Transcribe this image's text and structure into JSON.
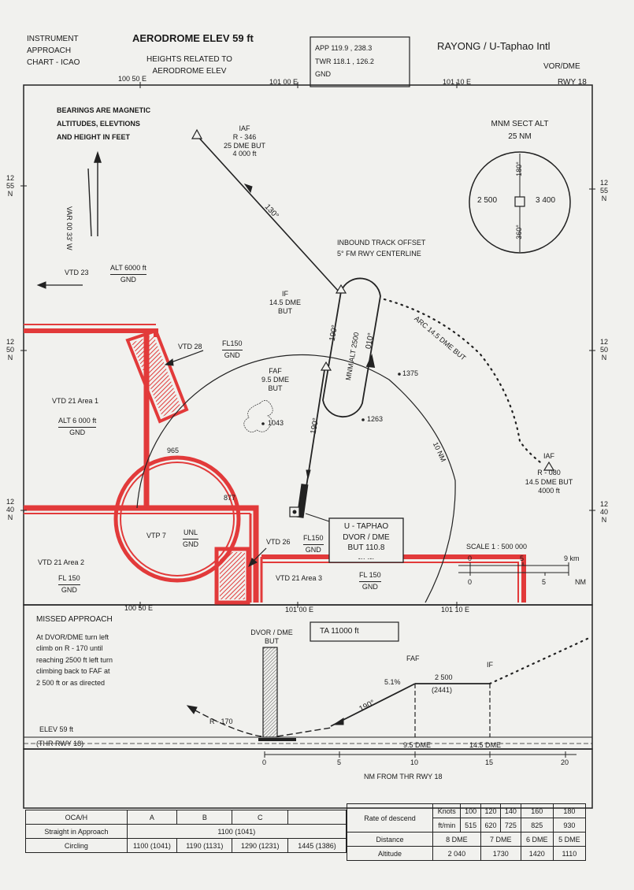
{
  "header": {
    "chart_type": [
      "INSTRUMENT",
      "APPROACH",
      "CHART - ICAO"
    ],
    "elev": "AERODROME ELEV 59 ft",
    "heights": [
      "HEIGHTS RELATED TO",
      "AERODROME ELEV"
    ],
    "freq": [
      "APP  119.9 , 238.3",
      "TWR  118.1 , 126.2",
      "GND"
    ],
    "airport": "RAYONG / U-Taphao Intl",
    "procedure": "VOR/DME",
    "runway": "RWY 18"
  },
  "plan": {
    "coords_top": [
      "100 50 E",
      "101 00 E",
      "101 10 E"
    ],
    "coords_bottom": [
      "100 50 E",
      "101 00 E",
      "101 10 E"
    ],
    "lat_left": [
      [
        "12",
        "55",
        "N"
      ],
      [
        "12",
        "50",
        "N"
      ],
      [
        "12",
        "40",
        "N"
      ]
    ],
    "lat_right": [
      [
        "12",
        "55",
        "N"
      ],
      [
        "12",
        "50",
        "N"
      ],
      [
        "12",
        "40",
        "N"
      ]
    ],
    "notes": [
      "BEARINGS ARE MAGNETIC",
      "ALTITUDES, ELEVTIONS",
      "AND HEIGHT IN FEET"
    ],
    "var": "VAR 00 33' W",
    "iaf_nw": [
      "IAF",
      "R - 346",
      "25 DME BUT",
      "4 000 ft"
    ],
    "track_130": "130°",
    "inbound": [
      "INBOUND TRACK OFFSET",
      "5° FM RWY CENTERLINE"
    ],
    "if": [
      "IF",
      "14.5 DME",
      "BUT"
    ],
    "hold_alt": "MNM ALT 2500",
    "hold_190": "190°",
    "hold_010": "010°",
    "faf": [
      "FAF",
      "9.5 DME",
      "BUT"
    ],
    "track_190": "190°",
    "spot_1375": "1375",
    "spot_1263": "1263",
    "spot_1043": "1043",
    "spot_965": "965",
    "spot_877": "877",
    "arc": "ARC 14.5 DME BUT",
    "ring_10nm": "10 NM",
    "iaf_se": [
      "IAF",
      "R - 080",
      "14.5 DME BUT",
      "4000 ft"
    ],
    "msa": {
      "title": [
        "MNM SECT ALT",
        "25 NM"
      ],
      "left": "2 500",
      "right": "3 400",
      "b1": "180°",
      "b2": "360°"
    },
    "vtd23": {
      "name": "VTD 23",
      "alt": "ALT 6000 ft",
      "gnd": "GND"
    },
    "vtd28": {
      "name": "VTD 28",
      "alt": "FL150",
      "gnd": "GND"
    },
    "vtd21_1": {
      "name": "VTD 21  Area 1",
      "alt": "ALT 6 000 ft",
      "gnd": "GND"
    },
    "vtp7": {
      "name": "VTP 7",
      "alt": "UNL",
      "gnd": "GND"
    },
    "vtd26": {
      "name": "VTD 26",
      "alt": "FL150",
      "gnd": "GND"
    },
    "vtd21_2": {
      "name": "VTD 21  Area 2",
      "alt": "FL 150",
      "gnd": "GND"
    },
    "vtd21_3": {
      "name": "VTD 21  Area 3",
      "alt": "FL 150",
      "gnd": "GND"
    },
    "vor_box": [
      "U - TAPHAO",
      "DVOR / DME",
      "BUT  110.8"
    ],
    "vor_morse": "-·· ·-·",
    "scale": {
      "title": "SCALE 1 : 500 000",
      "km_ticks": [
        "0",
        "5",
        "9 km"
      ],
      "nm_ticks": [
        "0",
        "5",
        "NM"
      ]
    }
  },
  "profile": {
    "missed_title": "MISSED APPROACH",
    "missed_text": [
      "At DVOR/DME turn left",
      "climb on R - 170 until",
      "reaching 2500 ft left turn",
      "climbing back to FAF at",
      "2 500 ft or as directed"
    ],
    "dvor": [
      "DVOR / DME",
      "BUT"
    ],
    "ta": "TA 11000 ft",
    "faf": "FAF",
    "if": "IF",
    "alt": "2 500",
    "alt_h": "(2441)",
    "desc": "190°",
    "grad": "5.1%",
    "r170": "R - 170",
    "elev": "ELEV 59 ft",
    "thr": "(THR RWY 18)",
    "dme95": "9.5 DME",
    "dme145": "14.5 DME",
    "axis_ticks": [
      "0",
      "5",
      "10",
      "15",
      "20"
    ],
    "axis_label": "NM FROM THR RWY 18"
  },
  "minima": {
    "head": [
      "OCA/H",
      "A",
      "B",
      "C"
    ],
    "straight": "Straight in Approach",
    "straight_val": "1100  (1041)",
    "circling": "Circling",
    "circ_vals": [
      "1100 (1041)",
      "1190 (1131)",
      "1290 (1231)",
      "1445 (1386)"
    ],
    "rate_label": "Rate of descend",
    "distance_label": "Distance",
    "altitude_label": "Altitude",
    "knots": [
      "Knots",
      "100",
      "120",
      "140",
      "160",
      "180"
    ],
    "ftmin": [
      "ft/min",
      "515",
      "620",
      "725",
      "825",
      "930"
    ],
    "dmes": [
      "8 DME",
      "7 DME",
      "6 DME",
      "5 DME"
    ],
    "alts": [
      "2 040",
      "1730",
      "1420",
      "1110"
    ]
  },
  "colors": {
    "restricted": "#e23a3a",
    "ink": "#1a1a1a",
    "paper": "#f1f1ee"
  }
}
